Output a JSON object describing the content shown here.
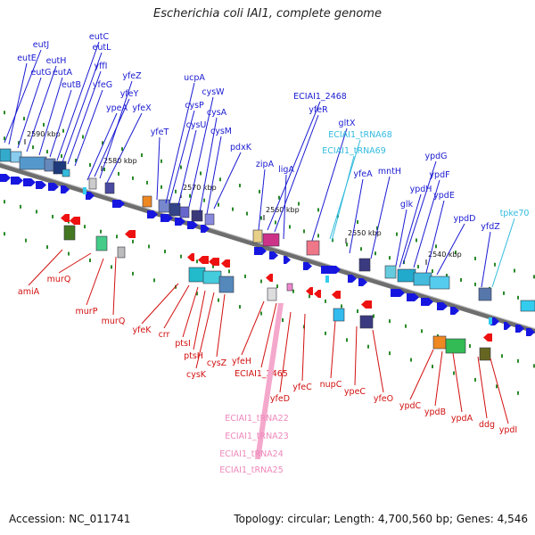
{
  "title": "Escherichia coli IAI1, complete genome",
  "footer": {
    "accession": "Accession: NC_011741",
    "summary": "Topology: circular; Length: 4,700,560 bp; Genes: 4,546"
  },
  "colors": {
    "forward_label": "#1a1ad2",
    "reverse_label": "#d21010",
    "trna_forward": "#33bbdd",
    "trna_reverse": "#ee88bb",
    "backbone": "#777777"
  },
  "ticks": [
    "2590 kbp",
    "2580 kbp",
    "2570 kbp",
    "2560 kbp",
    "2550 kbp",
    "2540 kbp"
  ],
  "forward_labels": [
    "eutC",
    "eutL",
    "eutJ",
    "eutE",
    "eutH",
    "eutG",
    "eutA",
    "eutB",
    "yffI",
    "yfeG",
    "yfeZ",
    "yfeY",
    "ypeA",
    "yfeX",
    "ucpA",
    "cysW",
    "cysP",
    "cysA",
    "cysU",
    "cysM",
    "yfeT",
    "pdxK",
    "ECIAI1_2468",
    "yfeR",
    "gltX",
    "zipA",
    "ligA",
    "yfeA",
    "mntH",
    "ypdG",
    "ypdF",
    "ypdH",
    "ypdE",
    "glk",
    "ypdD",
    "yfdZ"
  ],
  "forward_trna_labels": [
    "ECIAI1_tRNA68",
    "ECIAI1_tRNA69",
    "tpke70"
  ],
  "reverse_labels": [
    "amiA",
    "murQ",
    "murP",
    "murQ",
    "yfeK",
    "crr",
    "ptsI",
    "ptsH",
    "cysZ",
    "cysK",
    "yfeH",
    "ECIAI1_2465",
    "yfeD",
    "yfeC",
    "nupC",
    "ypeC",
    "yfeO",
    "ypdC",
    "ypdB",
    "ypdA",
    "ddg",
    "ypdI"
  ],
  "reverse_trna_labels": [
    "ECIAI1_tRNA22",
    "ECIAI1_tRNA23",
    "ECIAI1_tRNA24",
    "ECIAI1_tRNA25"
  ]
}
